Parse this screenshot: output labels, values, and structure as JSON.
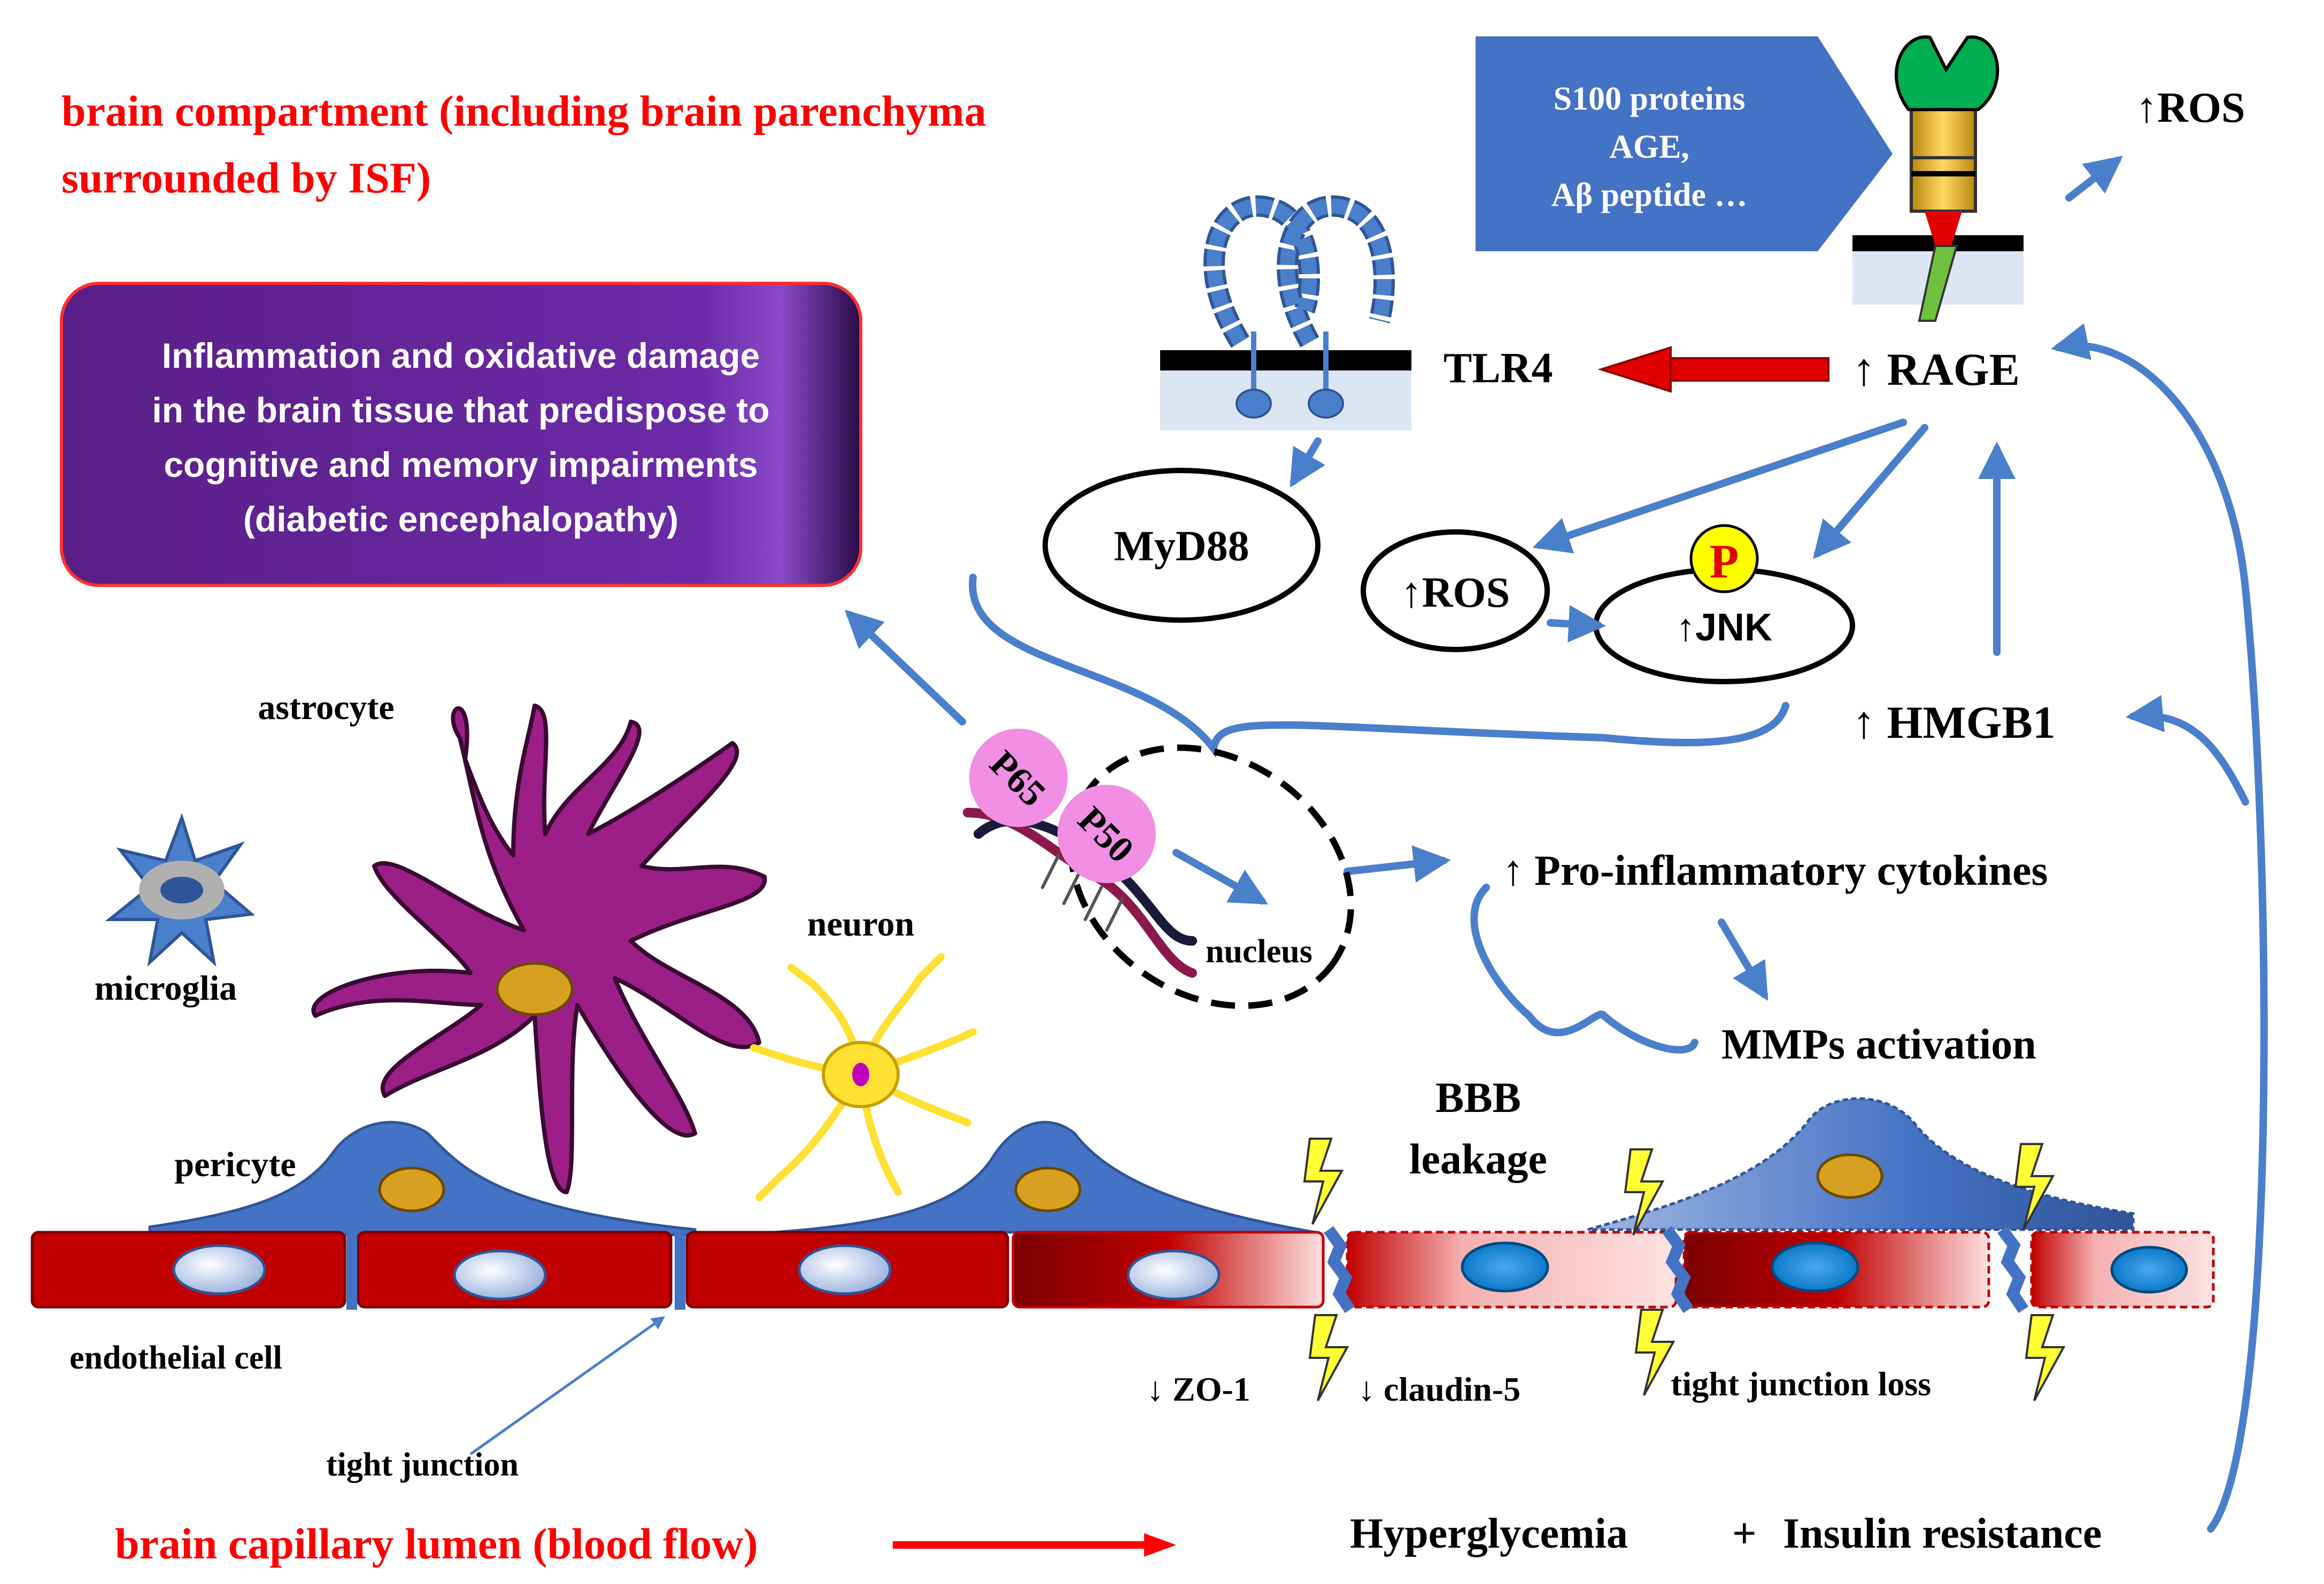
{
  "labels": {
    "brain_compartment_line1": "brain compartment (including brain parenchyma",
    "brain_compartment_line2": "surrounded by ISF)",
    "capillary_lumen": "brain capillary lumen (blood flow)",
    "astrocyte": "astrocyte",
    "microglia": "microglia",
    "neuron": "neuron",
    "pericyte": "pericyte",
    "endothelial_cell": "endothelial cell",
    "tight_junction": "tight junction",
    "tlr4": "TLR4",
    "myd88": "MyD88",
    "rage": "↑ RAGE",
    "ros_top": "↑ROS",
    "ros_mid": "↑ROS",
    "jnk": "↑JNK",
    "phospho": "P",
    "hmgb1": "↑ HMGB1",
    "p65": "P65",
    "p50": "P50",
    "nucleus": "nucleus",
    "cytokines": "↑ Pro-inflammatory cytokines",
    "mmps": "MMPs activation",
    "bbb_line1": "BBB",
    "bbb_line2": "leakage",
    "zo1": "↓ ZO-1",
    "claudin5": "↓ claudin-5",
    "tj_loss": "tight junction loss",
    "hyperglycemia": "Hyperglycemia",
    "plus": "+",
    "insulin": "Insulin resistance"
  },
  "ligand_box": {
    "line1": "S100 proteins",
    "line2": "AGE,",
    "line3": "Aβ peptide …"
  },
  "outcome_box": {
    "line1": "Inflammation and oxidative damage",
    "line2": "in the brain tissue that predispose to",
    "line3": "cognitive and memory impairments",
    "line4": "(diabetic encephalopathy)"
  },
  "colors": {
    "title_red": "#ff0000",
    "arrow_blue": "#4a7fcc",
    "ligand_blue": "#4472c4",
    "outcome_purple": "#5b1f8a",
    "endothelium_red": "#c00000",
    "pericyte_blue": "#4472c4",
    "astrocyte_magenta": "#9b1f87",
    "neuron_yellow": "#ffe033",
    "p_circle_yellow": "#ffff00",
    "p_subunit_pink": "#f08fe4"
  }
}
